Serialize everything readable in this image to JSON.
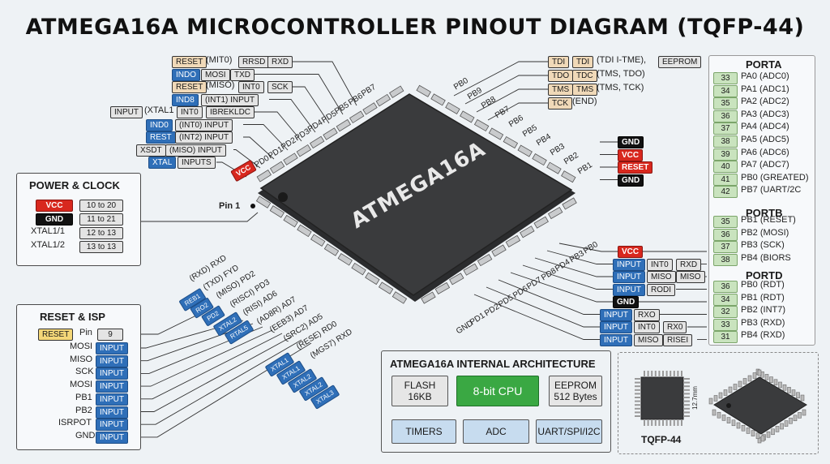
{
  "title": "ATMEGA16A MICROCONTROLLER PINOUT DIAGRAM (TQFP-44)",
  "chip_label": "ATMEGA16A",
  "pin1_label": "Pin 1",
  "chip_vcc": "VCC",
  "top_left_rows": [
    {
      "tags": [
        {
          "t": "RESET",
          "c": "tan"
        }
      ],
      "text": "(MIT0)",
      "tags2": [
        {
          "t": "RRSD",
          "c": "gray"
        },
        {
          "t": "RXD",
          "c": "gray"
        }
      ]
    },
    {
      "tags": [
        {
          "t": "INDO",
          "c": "blue"
        }
      ],
      "text": "",
      "tags2": [
        {
          "t": "MOSI",
          "c": "gray"
        },
        {
          "t": "TXD",
          "c": "gray"
        }
      ]
    },
    {
      "tags": [
        {
          "t": "RESET",
          "c": "tan"
        }
      ],
      "text": "(MISO)",
      "tags2": [
        {
          "t": "INT0",
          "c": "gray"
        },
        {
          "t": "SCK",
          "c": "gray"
        }
      ]
    },
    {
      "tags": [
        {
          "t": "IND8",
          "c": "blue"
        }
      ],
      "text": "",
      "tags2": [
        {
          "t": "(INT1) INPUT",
          "c": "gray"
        }
      ]
    },
    {
      "tags": [
        {
          "t": "INPUT",
          "c": "gray"
        }
      ],
      "text": "(XTAL1",
      "tags2": [
        {
          "t": "INT0",
          "c": "gray"
        },
        {
          "t": "IBREKLDC",
          "c": "gray"
        }
      ]
    },
    {
      "tags": [
        {
          "t": "IND0",
          "c": "blue"
        }
      ],
      "text": "",
      "tags2": [
        {
          "t": "(INT0) INPUT",
          "c": "gray"
        }
      ]
    },
    {
      "tags": [
        {
          "t": "REST",
          "c": "blue"
        }
      ],
      "text": "",
      "tags2": [
        {
          "t": "(INT2) INPUT",
          "c": "gray"
        }
      ]
    },
    {
      "tags": [
        {
          "t": "XSDT",
          "c": "gray"
        }
      ],
      "text": "",
      "tags2": [
        {
          "t": "(MISO) INPUT",
          "c": "gray"
        }
      ]
    },
    {
      "tags": [
        {
          "t": "XTAL",
          "c": "blue"
        }
      ],
      "text": "",
      "tags2": [
        {
          "t": "INPUTS",
          "c": "gray"
        }
      ]
    }
  ],
  "top_pin_labels": [
    "PB7",
    "PB6",
    "PB5",
    "PD5",
    "PD4",
    "PD3",
    "PD2",
    "PD1",
    "PD0"
  ],
  "top_right_rows": [
    {
      "tags": [
        {
          "t": "TDI",
          "c": "tan"
        },
        {
          "t": "TDI",
          "c": "tan"
        }
      ],
      "text": "(TDI I-TME),",
      "tail": "EEPROM"
    },
    {
      "tags": [
        {
          "t": "TDO",
          "c": "tan"
        },
        {
          "t": "TDC",
          "c": "tan"
        }
      ],
      "text": "(TMS, TDO)",
      "tail": ""
    },
    {
      "tags": [
        {
          "t": "TMS",
          "c": "tan"
        },
        {
          "t": "TMS",
          "c": "tan"
        }
      ],
      "text": "(TMS, TCK)",
      "tail": ""
    },
    {
      "tags": [
        {
          "t": "TCK",
          "c": "tan"
        }
      ],
      "text": "(END)",
      "tail": ""
    }
  ],
  "top_right_pins": [
    "PB0",
    "PB9",
    "PB8",
    "PB7",
    "PB6",
    "PB5",
    "PB4",
    "PB3",
    "PB2",
    "PB1"
  ],
  "right_top_tags": [
    {
      "t": "GND",
      "c": "black"
    },
    {
      "t": "VCC",
      "c": "red"
    },
    {
      "t": "RESET",
      "c": "red"
    },
    {
      "t": "GND",
      "c": "black"
    }
  ],
  "right_bottom_pins": [
    "PB0",
    "PB3",
    "PD4",
    "PD8",
    "PD7",
    "PD6",
    "PD5",
    "PD2",
    "PD1",
    "GND"
  ],
  "right_bottom_rows": [
    {
      "tags": [
        {
          "t": "VCC",
          "c": "red"
        }
      ]
    },
    {
      "tags": [
        {
          "t": "INPUT",
          "c": "blue"
        },
        {
          "t": "INT0",
          "c": "gray"
        },
        {
          "t": "RXD",
          "c": "gray"
        }
      ]
    },
    {
      "tags": [
        {
          "t": "INPUT",
          "c": "blue"
        },
        {
          "t": "MISO",
          "c": "gray"
        },
        {
          "t": "MISO",
          "c": "gray"
        }
      ]
    },
    {
      "tags": [
        {
          "t": "INPUT",
          "c": "blue"
        },
        {
          "t": "RODI",
          "c": "gray"
        }
      ]
    },
    {
      "tags": [
        {
          "t": "GND",
          "c": "black"
        }
      ]
    },
    {
      "tags": [
        {
          "t": "INPUT",
          "c": "blue"
        },
        {
          "t": "RXO",
          "c": "gray"
        }
      ]
    },
    {
      "tags": [
        {
          "t": "INPUT",
          "c": "blue"
        },
        {
          "t": "INT0",
          "c": "gray"
        },
        {
          "t": "RX0",
          "c": "gray"
        }
      ]
    },
    {
      "tags": [
        {
          "t": "INPUT",
          "c": "blue"
        },
        {
          "t": "MISO",
          "c": "gray"
        },
        {
          "t": "RISEI",
          "c": "gray"
        }
      ]
    }
  ],
  "bottom_labels": [
    "(RXD) RXD",
    "(TXD) FYD",
    "(MISO) PD2",
    "(RISCI) PD3",
    "(RISI) AD6",
    "(AD8R) AD7",
    "(EEB3) AD7",
    "(SRC2) AD5",
    "(RESE) RD0",
    "(MGS7) RXD"
  ],
  "bottom_tags": [
    "REB1",
    "RO2",
    "PD2",
    "XTAL2",
    "RTAL5",
    "XTAL1",
    "XTAL1",
    "XTAL2",
    "XTAL2",
    "XTAL3"
  ],
  "power_clock": {
    "title": "POWER & CLOCK",
    "rows": [
      {
        "tag": "VCC",
        "c": "red",
        "val": "10 to 20"
      },
      {
        "tag": "GND",
        "c": "black",
        "val": "11 to 21"
      },
      {
        "tag": "XTAL1/1",
        "c": "none",
        "val": "12 to 13"
      },
      {
        "tag": "XTAL1/2",
        "c": "none",
        "val": "13 to 13"
      }
    ]
  },
  "reset_isp": {
    "title": "RESET & ISP",
    "reset_tag": "RESET",
    "reset_text": "Pin",
    "reset_val": "9",
    "rows": [
      {
        "label": "MOSI",
        "tag": "INPUT"
      },
      {
        "label": "MISO",
        "tag": "INPUT"
      },
      {
        "label": "SCK",
        "tag": "INPUT"
      },
      {
        "label": "MOSI",
        "tag": "INPUT"
      },
      {
        "label": "PB1",
        "tag": "INPUT"
      },
      {
        "label": "PB2",
        "tag": "INPUT"
      },
      {
        "label": "ISRPOT",
        "tag": "INPUT"
      },
      {
        "label": "GND",
        "tag": "INPUT"
      }
    ]
  },
  "ports": {
    "porta_title": "PORTA",
    "porta": [
      {
        "n": "33",
        "f": "PA0 (ADC0)"
      },
      {
        "n": "34",
        "f": "PA1 (ADC1)"
      },
      {
        "n": "35",
        "f": "PA2 (ADC2)"
      },
      {
        "n": "36",
        "f": "PA3 (ADC3)"
      },
      {
        "n": "37",
        "f": "PA4 (ADC4)"
      },
      {
        "n": "38",
        "f": "PA5 (ADC5)"
      },
      {
        "n": "39",
        "f": "PA6 (ADC6)"
      },
      {
        "n": "40",
        "f": "PA7 (ADC7)"
      },
      {
        "n": "41",
        "f": "PB0 (GREATED)"
      },
      {
        "n": "42",
        "f": "PB7 (UART/2C"
      }
    ],
    "portb_title": "PORTB",
    "portb": [
      {
        "n": "35",
        "f": "PB1 (RESET)"
      },
      {
        "n": "36",
        "f": "PB2 (MOSI)"
      },
      {
        "n": "37",
        "f": "PB3 (SCK)"
      },
      {
        "n": "38",
        "f": "PB4 (BIORS"
      }
    ],
    "portd_title": "PORTD",
    "portd": [
      {
        "n": "36",
        "f": "PB0 (RDT)"
      },
      {
        "n": "34",
        "f": "PB1 (RDT)"
      },
      {
        "n": "32",
        "f": "PB2 (INT7)"
      },
      {
        "n": "33",
        "f": "PB3 (RXD)"
      },
      {
        "n": "31",
        "f": "PB4 (RXD)"
      }
    ]
  },
  "architecture": {
    "title": "ATMEGA16A INTERNAL ARCHITECTURE",
    "flash_l1": "FLASH",
    "flash_l2": "16KB",
    "cpu": "8-bit CPU",
    "eeprom_l1": "EEPROM",
    "eeprom_l2": "512 Bytes",
    "timers": "TIMERS",
    "adc": "ADC",
    "uart": "UART/SPI/I2C"
  },
  "package": {
    "label": "TQFP-44",
    "dim": "12.7mm"
  },
  "colors": {
    "chip": "#3a3b3d",
    "pin": "#c9cbcd",
    "blue": "#2f6fb8",
    "red": "#d8281e",
    "green": "#3aa843",
    "tan": "#f0d9b8"
  }
}
